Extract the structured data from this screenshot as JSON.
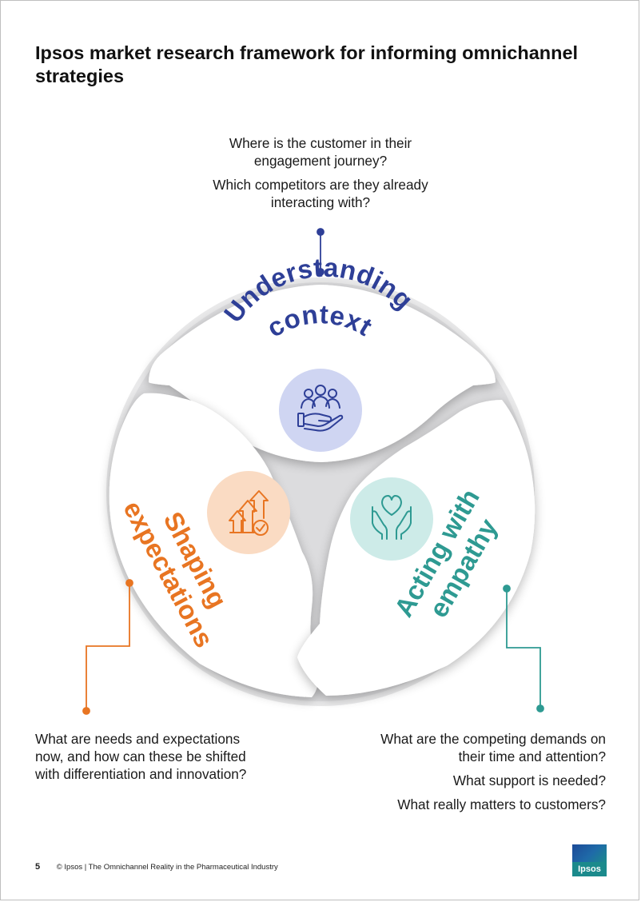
{
  "title": "Ipsos market research framework for informing omnichannel strategies",
  "segments": {
    "top": {
      "label_line1": "Understanding",
      "label_line2": "context",
      "color": "#2e3f97",
      "icon_bg": "#cfd5f2",
      "icon": "people-hand-icon"
    },
    "left": {
      "label_line1": "Shaping",
      "label_line2": "expectations",
      "color": "#e87522",
      "icon_bg": "#fadbc3",
      "icon": "growth-arrows-check-icon"
    },
    "right": {
      "label_line1": "Acting with",
      "label_line2": "empathy",
      "color": "#2e9a92",
      "icon_bg": "#cdebe8",
      "icon": "heart-hands-icon"
    }
  },
  "questions": {
    "top": [
      "Where is the customer in their engagement journey?",
      "Which competitors are they already interacting with?"
    ],
    "left": [
      "What are needs and expectations now, and how can these be shifted with differentiation and innovation?"
    ],
    "right": [
      "What are the competing demands on their time and attention?",
      "What support is needed?",
      "What really matters to customers?"
    ]
  },
  "footer": {
    "page_number": "5",
    "text": "© Ipsos | The Omnichannel Reality in the Pharmaceutical Industry"
  },
  "logo": {
    "text": "Ipsos"
  }
}
